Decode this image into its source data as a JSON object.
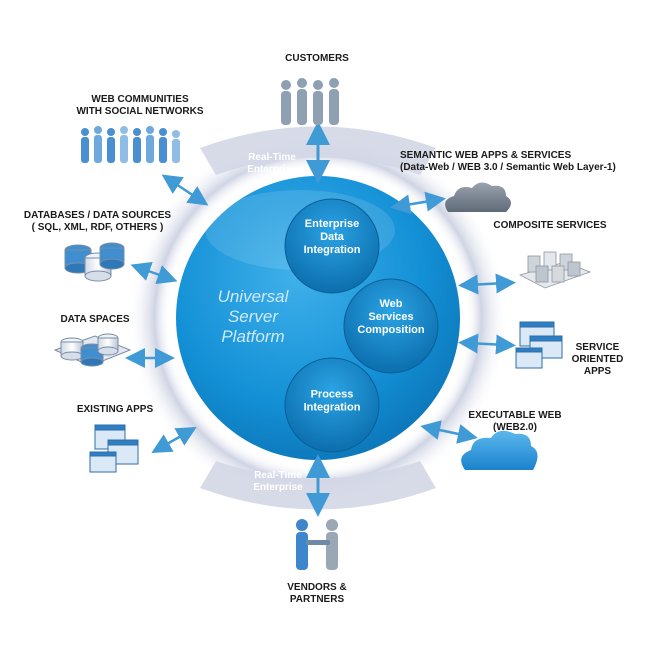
{
  "center": {
    "title_lines": [
      "Universal",
      "Server",
      "Platform"
    ],
    "modules": [
      {
        "lines": [
          "Enterprise",
          "Data",
          "Integration"
        ]
      },
      {
        "lines": [
          "Web",
          "Services",
          "Composition"
        ]
      },
      {
        "lines": [
          "Process",
          "Integration"
        ]
      }
    ],
    "ring_label_top": [
      "Real-Time",
      "Enterprise"
    ],
    "ring_label_bottom": [
      "Real-Time",
      "Enterprise"
    ]
  },
  "nodes": {
    "customers": {
      "label": "CUSTOMERS"
    },
    "web_communities": {
      "line1": "WEB COMMUNITIES",
      "line2": "WITH SOCIAL NETWORKS"
    },
    "semantic_web": {
      "line1": "SEMANTIC WEB APPS & SERVICES",
      "line2": "(Data-Web / WEB 3.0 / Semantic Web Layer-1)"
    },
    "databases": {
      "line1": "DATABASES / DATA SOURCES",
      "line2": "( SQL, XML, RDF, OTHERS )"
    },
    "composite_services": {
      "label": "COMPOSITE SERVICES"
    },
    "data_spaces": {
      "label": "DATA SPACES"
    },
    "soa_apps": {
      "line1": "SERVICE",
      "line2": "ORIENTED",
      "line3": "APPS"
    },
    "existing_apps": {
      "label": "EXISTING APPS"
    },
    "executable_web": {
      "line1": "EXECUTABLE WEB",
      "line2": "(WEB2.0)"
    },
    "vendors": {
      "line1": "VENDORS &",
      "line2": "PARTNERS"
    }
  },
  "colors": {
    "core": "#1390d6",
    "core_dark": "#0b6fb0",
    "module": "#0f80c8",
    "ring": "#d8dbe8",
    "arrow": "#3f9ad6",
    "people": "#8a98a8",
    "cloud": "#7c8694"
  }
}
